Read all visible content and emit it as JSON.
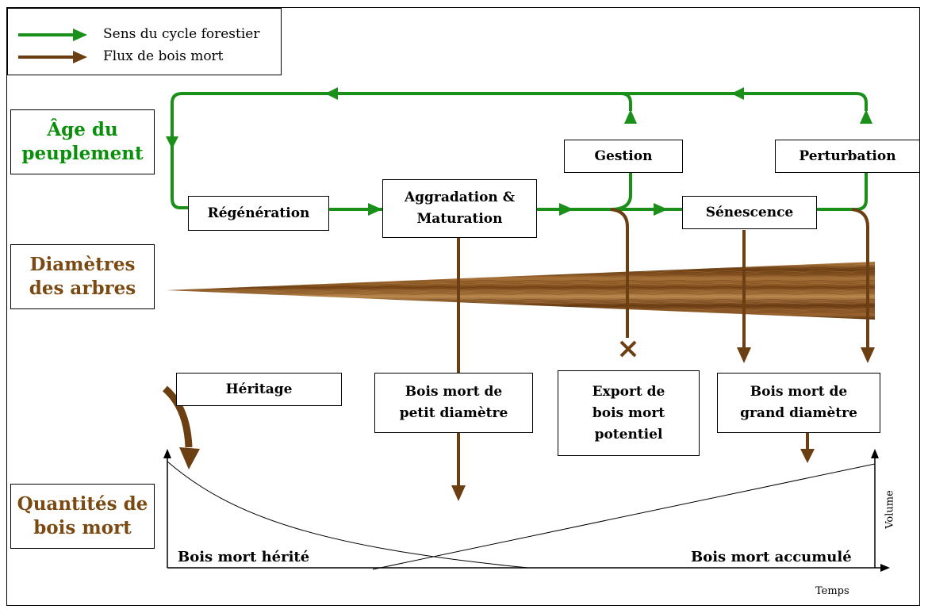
{
  "legend": {
    "items": [
      {
        "label": "Sens du cycle forestier",
        "color": "#1a8f1a"
      },
      {
        "label": "Flux de bois mort",
        "color": "#6b3f12"
      }
    ]
  },
  "side_labels": {
    "age": "Âge du\npeuplement",
    "diametres": "Diamètres\ndes arbres",
    "quantites": "Quantités de\nbois mort"
  },
  "boxes": {
    "regeneration": "Régénération",
    "aggradation": "Aggradation &\nMaturation",
    "gestion": "Gestion",
    "senescence": "Sénescence",
    "perturbation": "Perturbation",
    "heritage": "Héritage",
    "bois_petit": "Bois mort de\npetit diamètre",
    "export": "Export de\nbois mort\npotentiel",
    "bois_grand": "Bois mort de\ngrand diamètre"
  },
  "graph": {
    "left_curve_label": "Bois mort hérité",
    "right_curve_label": "Bois mort accumulé",
    "x_axis": "Temps",
    "y_axis": "Volume"
  },
  "colors": {
    "green": "#1a8f1a",
    "brown": "#6b3f12",
    "wood_light": "#a9773e",
    "wood_dark": "#5a3310"
  }
}
